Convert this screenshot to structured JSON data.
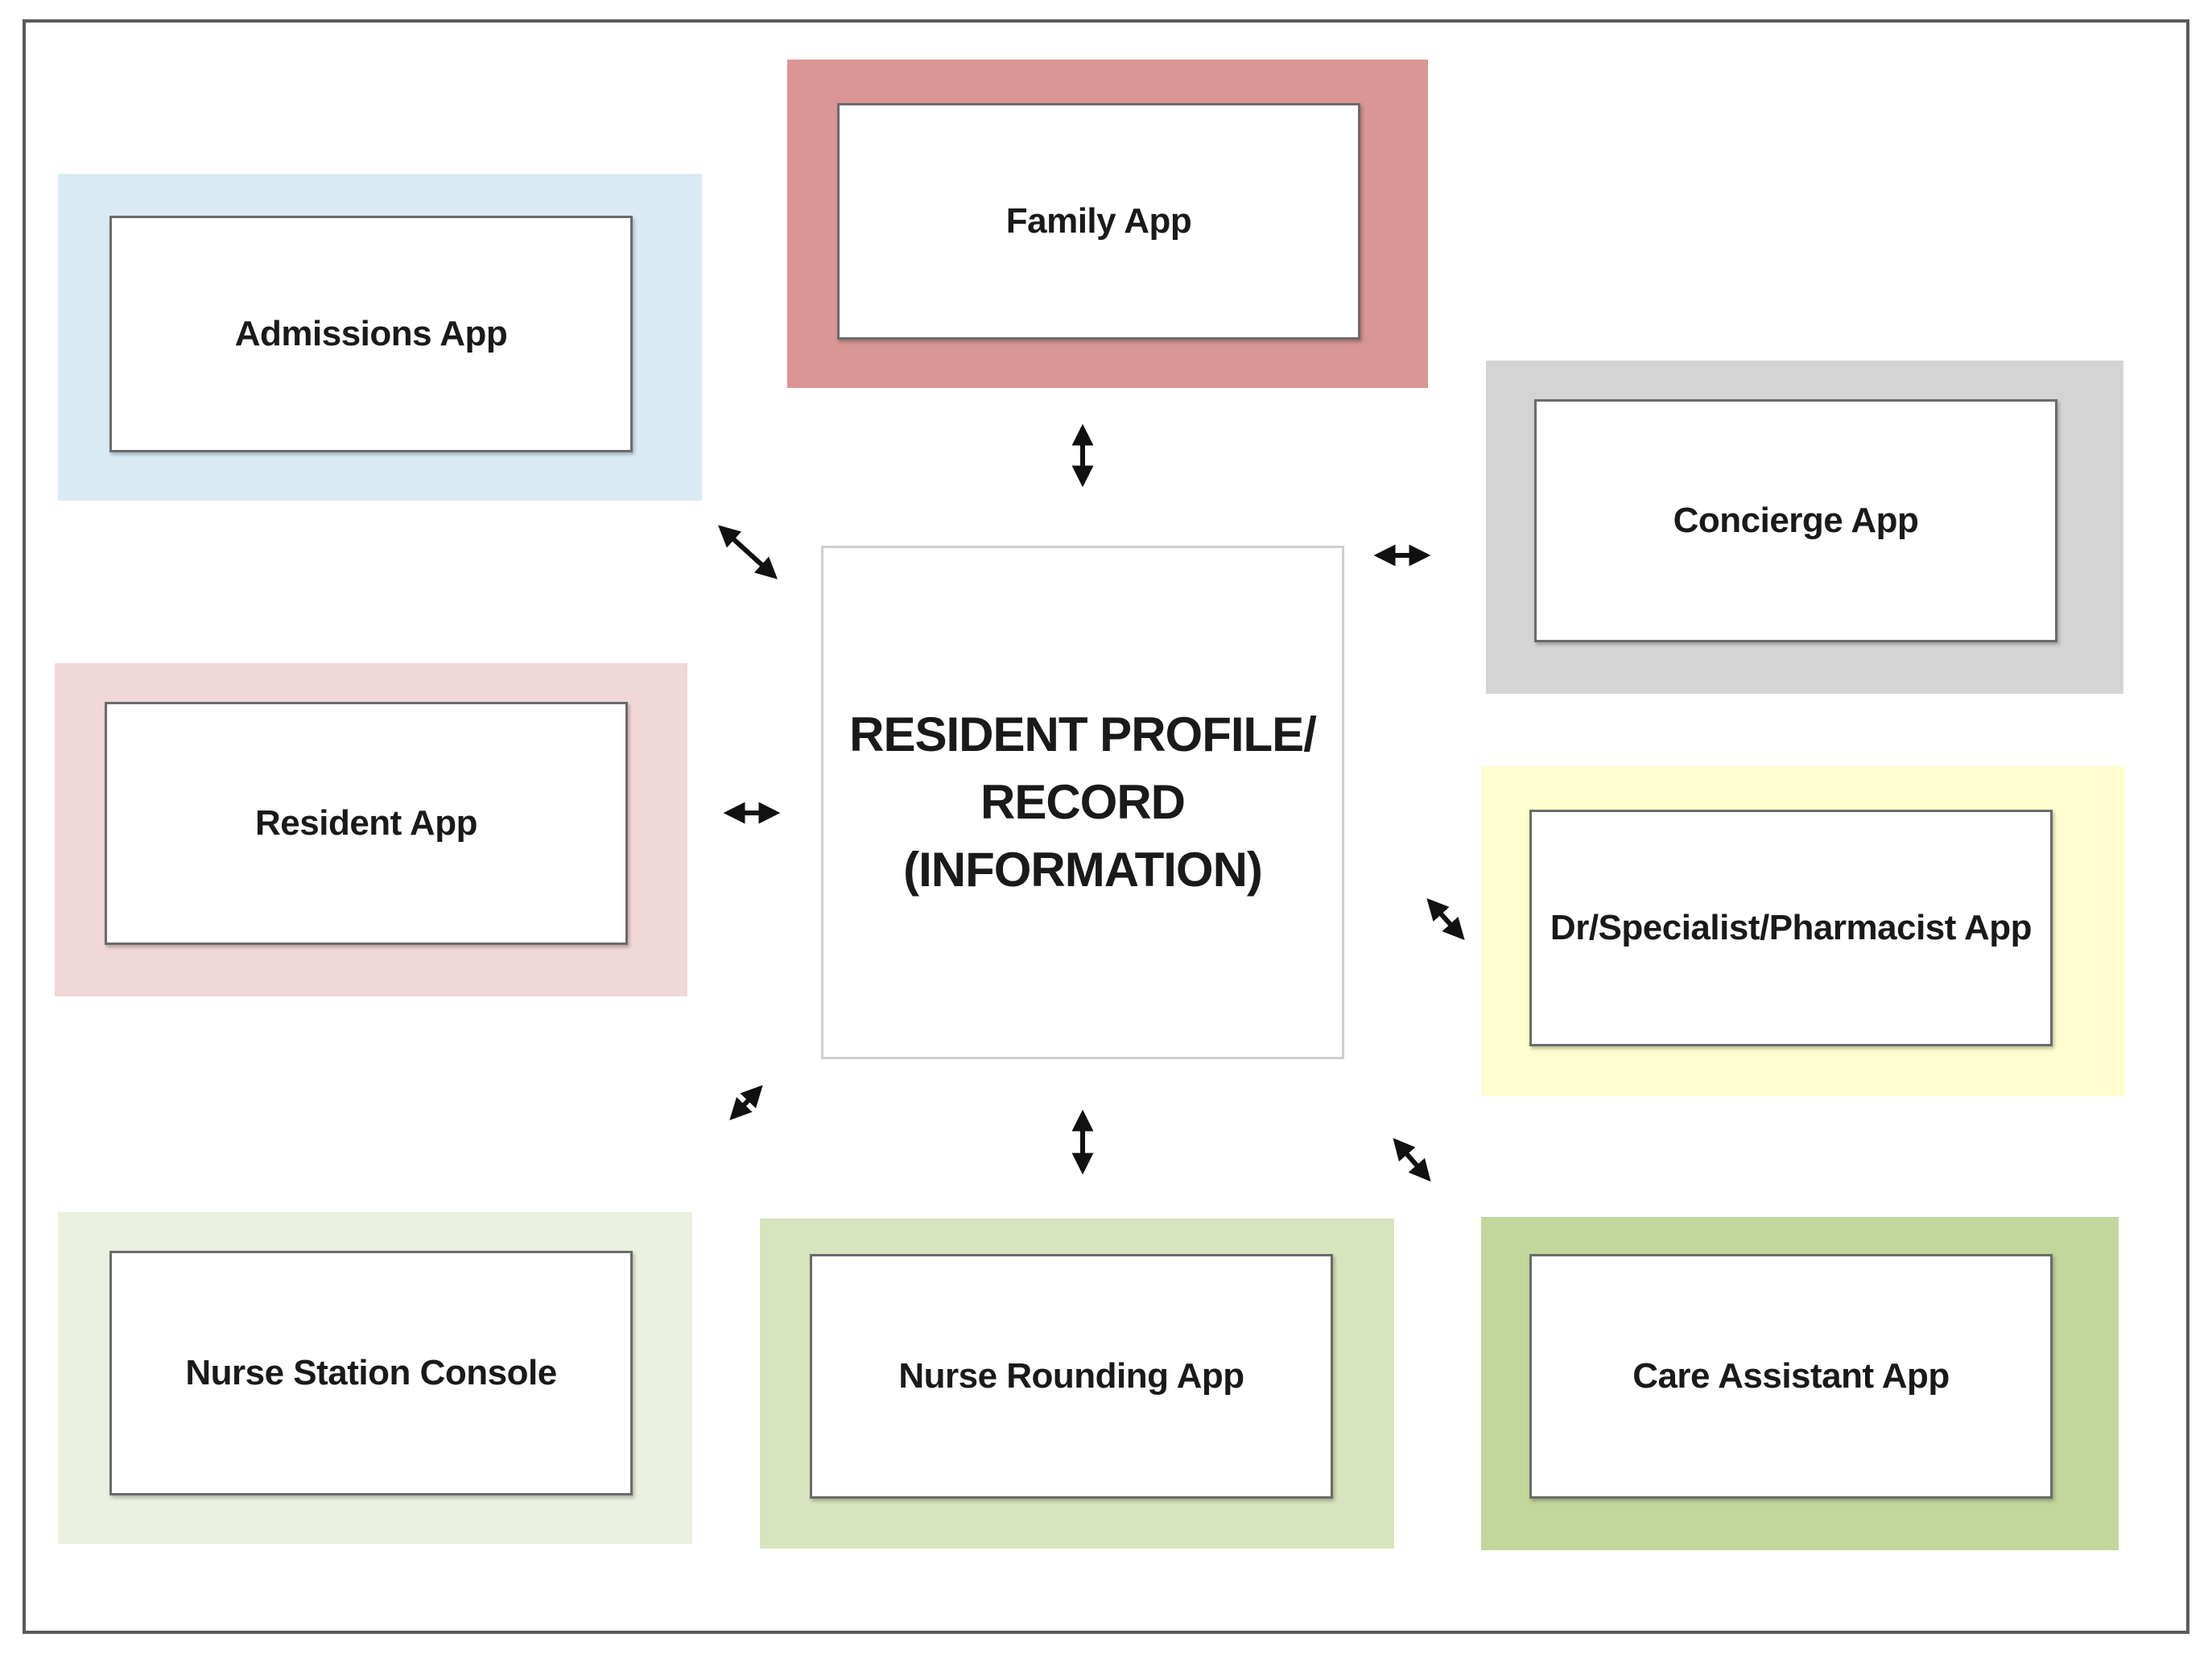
{
  "diagram": {
    "center": {
      "lines": [
        "RESIDENT PROFILE/",
        "RECORD",
        "(INFORMATION)"
      ]
    },
    "nodes": {
      "admissions": {
        "label": "Admissions App",
        "color": "#daeaf3"
      },
      "family": {
        "label": "Family App",
        "color": "#d99694"
      },
      "concierge": {
        "label": "Concierge App",
        "color": "#d4d4d4"
      },
      "resident": {
        "label": "Resident App",
        "color": "#f1d7d7"
      },
      "pharmacist": {
        "label": "Dr/Specialist/Pharmacist App",
        "color": "#fdfdd0"
      },
      "nurse_station": {
        "label": "Nurse Station Console",
        "color": "#ebf1e0"
      },
      "nurse_rounding": {
        "label": "Nurse Rounding App",
        "color": "#d8e4bd"
      },
      "care_assistant": {
        "label": "Care Assistant App",
        "color": "#c3d69b"
      }
    },
    "edges": [
      {
        "from": "center",
        "to": "admissions",
        "direction": "both"
      },
      {
        "from": "center",
        "to": "family",
        "direction": "both"
      },
      {
        "from": "center",
        "to": "concierge",
        "direction": "both"
      },
      {
        "from": "center",
        "to": "resident",
        "direction": "both"
      },
      {
        "from": "center",
        "to": "pharmacist",
        "direction": "both"
      },
      {
        "from": "center",
        "to": "nurse_station",
        "direction": "both"
      },
      {
        "from": "center",
        "to": "nurse_rounding",
        "direction": "both"
      },
      {
        "from": "center",
        "to": "care_assistant",
        "direction": "both"
      }
    ],
    "arrow_color": "#111111"
  }
}
